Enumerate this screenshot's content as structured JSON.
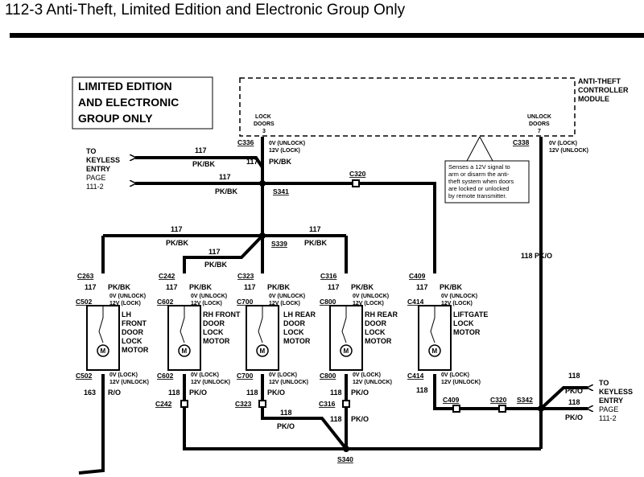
{
  "page_title": "112-3 Anti-Theft, Limited Edition and Electronic Group Only",
  "group_box": [
    "LIMITED EDITION",
    "AND  ELECTRONIC",
    "GROUP  ONLY"
  ],
  "module": {
    "title": [
      "ANTI-THEFT",
      "CONTROLLER",
      "MODULE"
    ],
    "lock_pin": [
      "LOCK",
      "DOORS",
      "3"
    ],
    "unlock_pin": [
      "UNLOCK",
      "DOORS",
      "7"
    ]
  },
  "note": [
    "Senses a 12V signal to",
    "arm or disarm the anti-",
    "theft system when doors",
    "are locked or unlocked",
    "by remote transmitter."
  ],
  "to_keyless_entry": [
    "TO",
    "KEYLESS",
    "ENTRY",
    "PAGE",
    "111-2"
  ],
  "volt_lock": [
    "0V (UNLOCK)",
    "12V (LOCK)"
  ],
  "volt_unlock": [
    "0V (LOCK)",
    "12V (UNLOCK)"
  ],
  "connectors": {
    "c336": "C336",
    "c338": "C338",
    "s341": "S341",
    "c320": "C320",
    "s339": "S339",
    "c263": "C263",
    "c242": "C242",
    "c323": "C323",
    "c316": "C316",
    "c409": "C409",
    "c502": "C502",
    "c602": "C602",
    "c700": "C700",
    "c800": "C800",
    "c414": "C414",
    "s340": "S340",
    "s342": "S342"
  },
  "wires": {
    "w117": "117",
    "w118": "118",
    "w163": "163",
    "pkbk": "PK/BK",
    "pko": "PK/O",
    "ro": "R/O",
    "w118pko": "118  PK/O"
  },
  "motors": {
    "lh_front": [
      "LH",
      "FRONT",
      "DOOR",
      "LOCK",
      "MOTOR"
    ],
    "rh_front": [
      "RH  FRONT",
      "DOOR",
      "LOCK",
      "MOTOR"
    ],
    "lh_rear": [
      "LH  REAR",
      "DOOR",
      "LOCK",
      "MOTOR"
    ],
    "rh_rear": [
      "RH  REAR",
      "DOOR",
      "LOCK",
      "MOTOR"
    ],
    "liftgate": [
      "LIFTGATE",
      "LOCK",
      "MOTOR"
    ]
  },
  "motor_symbol": "M"
}
